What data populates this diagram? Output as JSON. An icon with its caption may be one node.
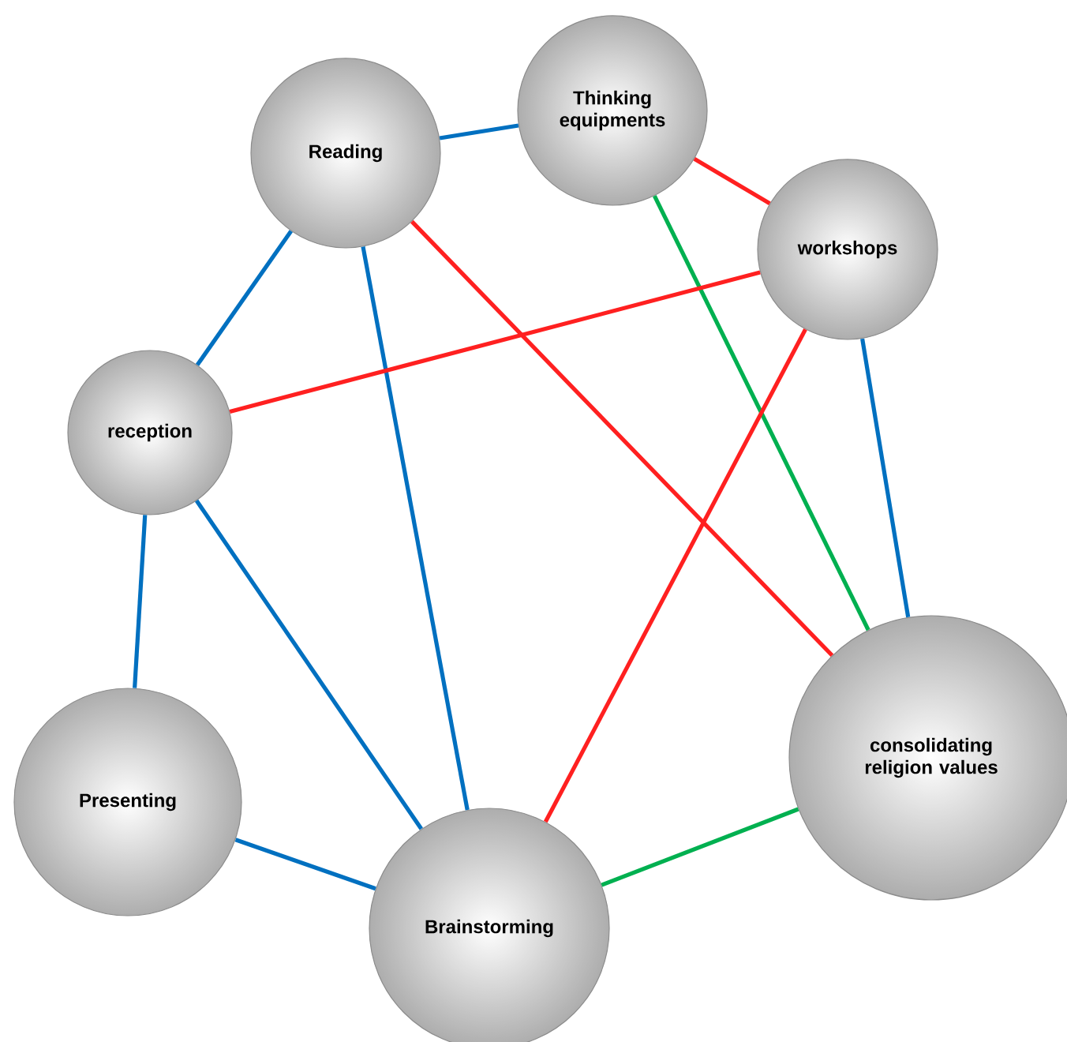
{
  "diagram": {
    "nodes": [
      {
        "text": [
          "Reading"
        ]
      },
      {
        "text": [
          "Thinking equipments"
        ]
      },
      {
        "text": [
          "workshops"
        ]
      },
      {
        "text": [
          "reception"
        ]
      },
      {
        "text": [
          "Presenting"
        ]
      },
      {
        "text": [
          "Brainstorming"
        ]
      },
      {
        "text": [
          "consolidating religion values"
        ]
      }
    ],
    "edges": [
      {
        "from": 0,
        "to": 1,
        "arrow": "none"
      },
      {
        "from": 0,
        "to": 3,
        "arrow": "none"
      },
      {
        "from": 0,
        "to": 5,
        "arrow": "none"
      },
      {
        "from": 0,
        "to": 6,
        "arrow": "none",
        "color": "#ff2020"
      },
      {
        "from": 1,
        "to": 2,
        "arrow": "none",
        "color": "#ff2020"
      },
      {
        "from": 1,
        "to": 6,
        "arrow": "none",
        "color": "#00b050"
      },
      {
        "from": 2,
        "to": 3,
        "arrow": "none",
        "color": "#ff2020"
      },
      {
        "from": 2,
        "to": 5,
        "arrow": "none",
        "color": "#ff2020"
      },
      {
        "from": 2,
        "to": 6,
        "arrow": "none"
      },
      {
        "from": 3,
        "to": 4,
        "arrow": "none"
      },
      {
        "from": 3,
        "to": 5,
        "arrow": "none"
      },
      {
        "from": 4,
        "to": 5,
        "arrow": "none"
      },
      {
        "from": 5,
        "to": 6,
        "arrow": "none",
        "color": "#00b050"
      }
    ]
  }
}
